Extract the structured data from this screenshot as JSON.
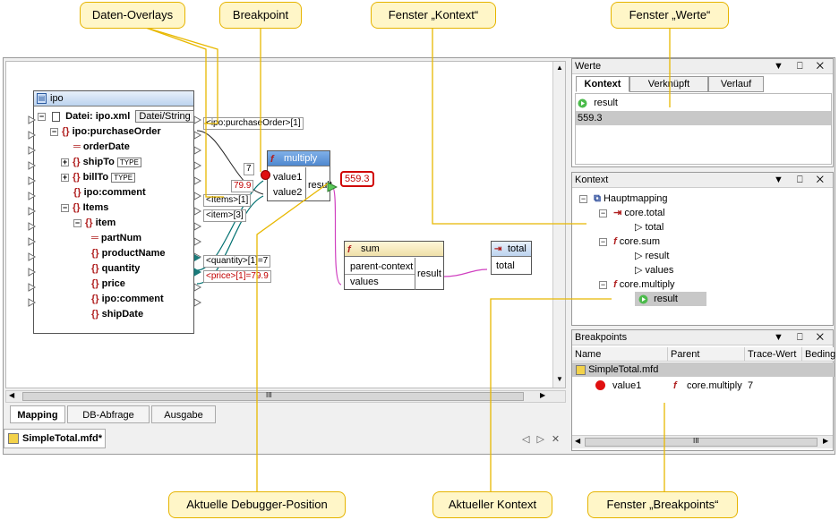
{
  "callouts": {
    "daten_overlays": "Daten-Overlays",
    "breakpoint": "Breakpoint",
    "fenster_kontext": "Fenster „Kontext“",
    "fenster_werte": "Fenster „Werte“",
    "debugger_position": "Aktuelle Debugger-Position",
    "aktueller_kontext": "Aktueller Kontext",
    "fenster_breakpoints": "Fenster „Breakpoints“"
  },
  "ipo": {
    "title": "ipo",
    "file_label": "Datei: ipo.xml",
    "file_button": "Datei/String",
    "rows": [
      "ipo:purchaseOrder",
      "orderDate",
      "shipTo",
      "billTo",
      "ipo:comment",
      "Items",
      "item",
      "partNum",
      "productName",
      "quantity",
      "price",
      "ipo:comment",
      "shipDate"
    ],
    "type_badge": "TYPE"
  },
  "overlays": {
    "purchase_order": "<ipo:purchaseOrder>[1]",
    "items": "<Items>[1]",
    "item": "<item>[3]",
    "quantity": "<quantity>[1]=7",
    "price": "<price>[1]=79.9",
    "value1": "7",
    "value2": "79.9",
    "result": "559.3"
  },
  "multiply": {
    "title": "multiply",
    "in1": "value1",
    "in2": "value2",
    "out": "result"
  },
  "sum": {
    "title": "sum",
    "in1": "parent-context",
    "in2": "values",
    "out": "result"
  },
  "total": {
    "title": "total",
    "in": "total"
  },
  "canvas_tabs": [
    "Mapping",
    "DB-Abfrage",
    "Ausgabe"
  ],
  "doc_tab": "SimpleTotal.mfd*",
  "werte": {
    "title": "Werte",
    "tabs": [
      "Kontext",
      "Verknüpft",
      "Verlauf"
    ],
    "result_label": "result",
    "result_value": "559.3"
  },
  "kontext": {
    "title": "Kontext",
    "root": "Hauptmapping",
    "items": [
      {
        "label": "core.total",
        "children": [
          "total"
        ]
      },
      {
        "label": "core.sum",
        "children": [
          "result",
          "values"
        ]
      },
      {
        "label": "core.multiply",
        "children": [
          "result"
        ]
      }
    ]
  },
  "breakpoints": {
    "title": "Breakpoints",
    "columns": [
      "Name",
      "Parent",
      "Trace-Wert",
      "Beding"
    ],
    "file": "SimpleTotal.mfd",
    "row": {
      "name": "value1",
      "parent": "core.multiply",
      "trace": "7"
    }
  },
  "scroll_grip": "III",
  "panel_buttons": "▼ ⎕ ✕"
}
